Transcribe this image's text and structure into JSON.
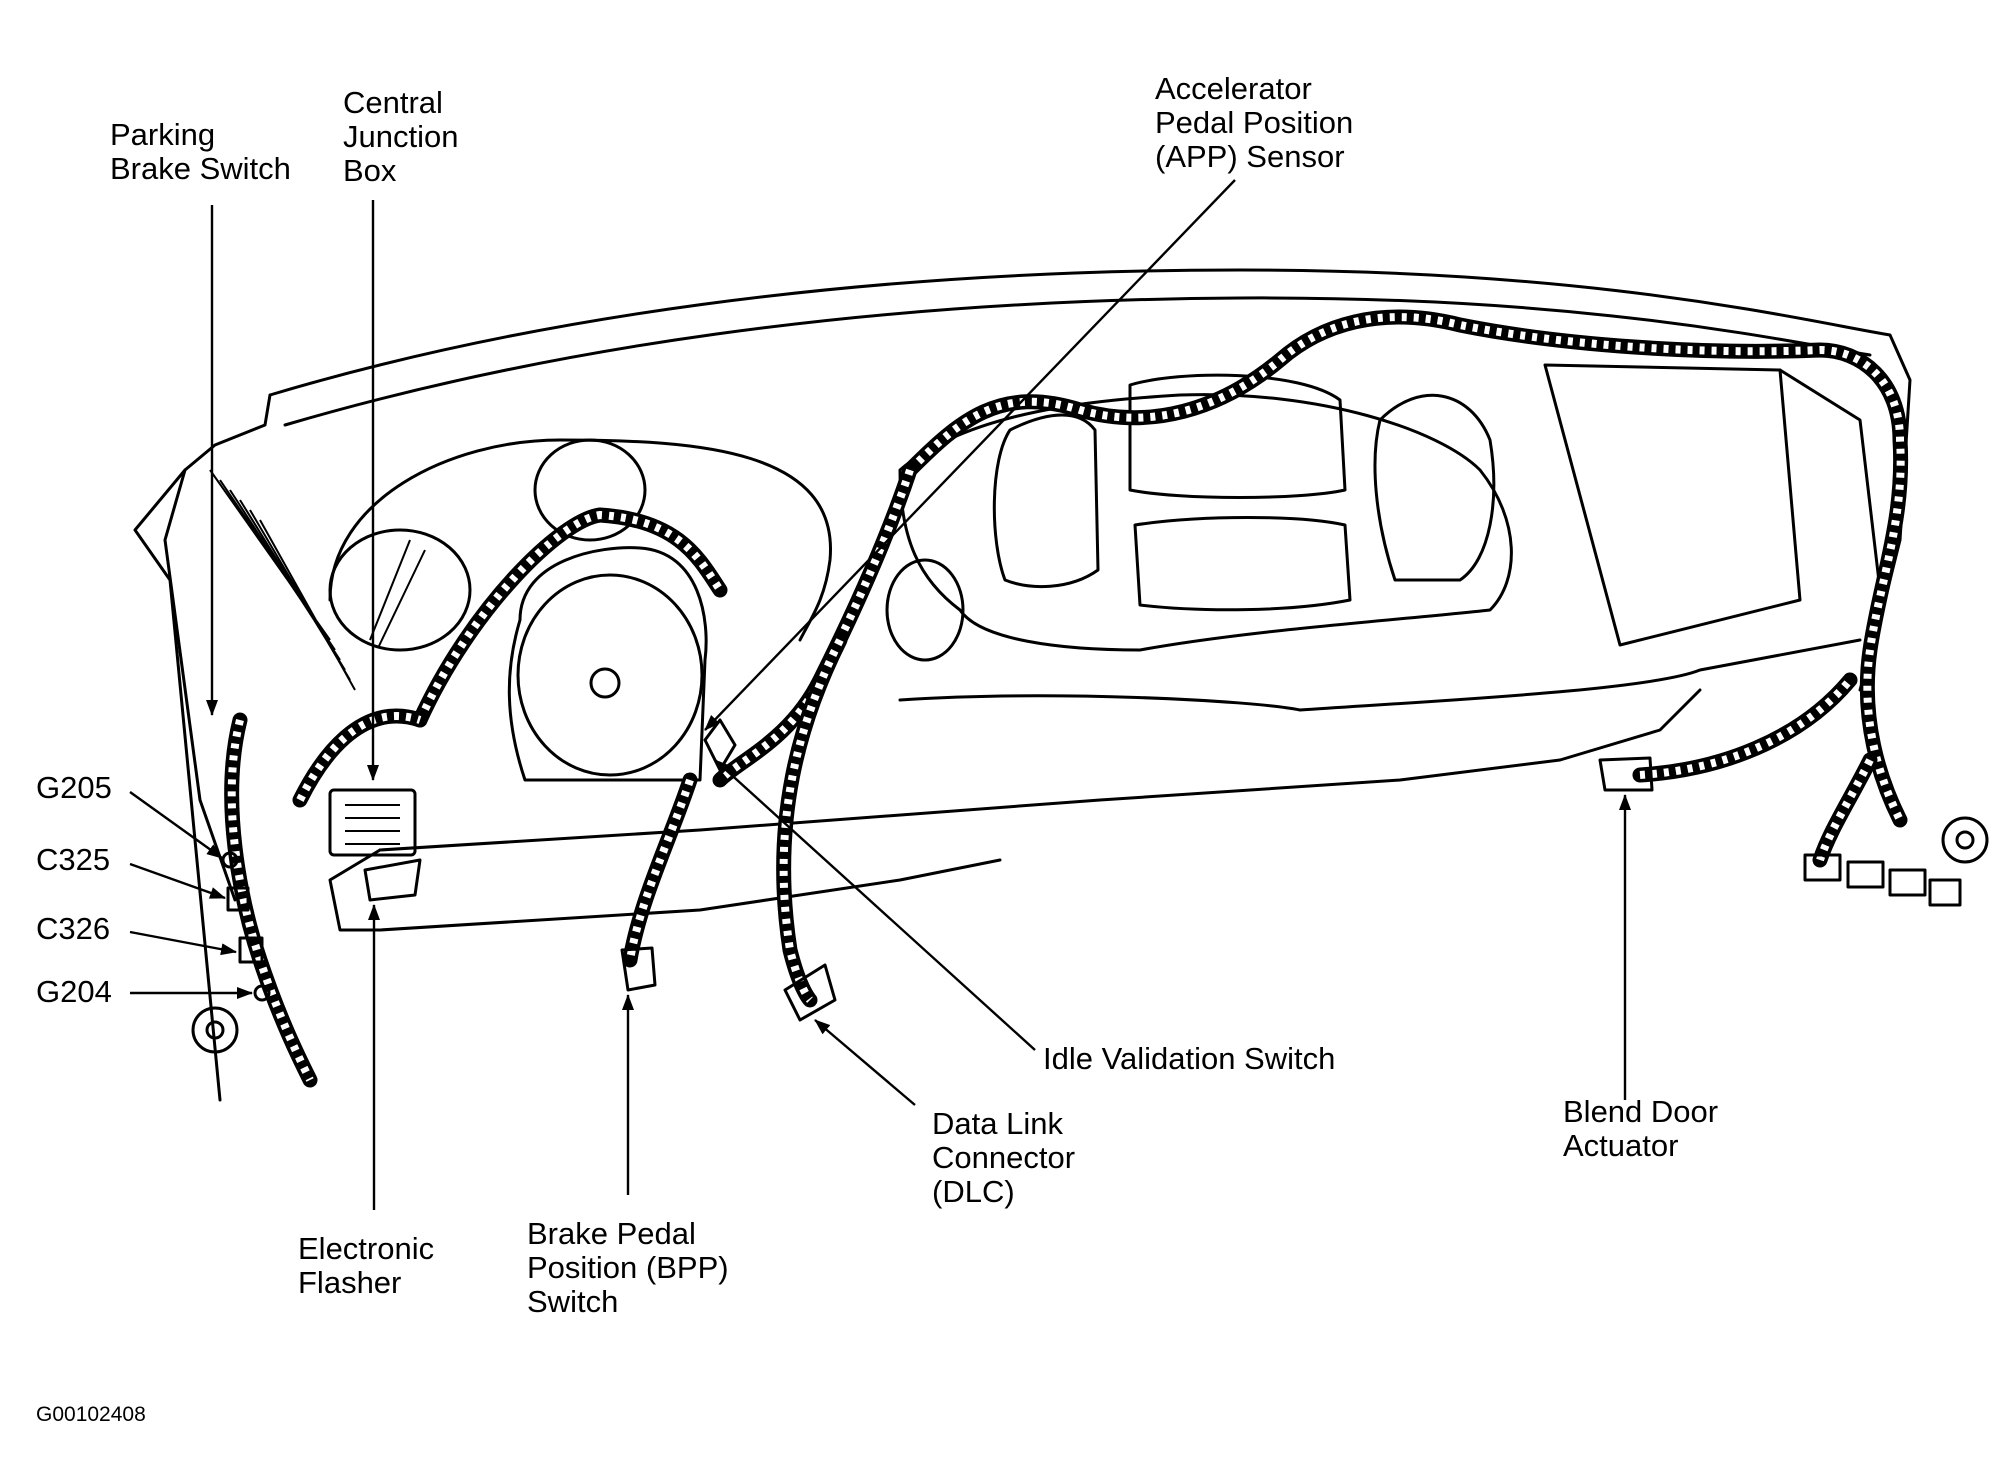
{
  "labels": {
    "parking_brake_switch": [
      "Parking",
      "Brake Switch"
    ],
    "central_junction_box": [
      "Central",
      "Junction",
      "Box"
    ],
    "app_sensor": [
      "Accelerator",
      "Pedal Position",
      "(APP) Sensor"
    ],
    "g205": "G205",
    "c325": "C325",
    "c326": "C326",
    "g204": "G204",
    "electronic_flasher": [
      "Electronic",
      "Flasher"
    ],
    "bpp_switch": [
      "Brake Pedal",
      "Position (BPP)",
      "Switch"
    ],
    "dlc": [
      "Data Link",
      "Connector",
      "(DLC)"
    ],
    "idle_validation_switch": "Idle Validation Switch",
    "blend_door_actuator": [
      "Blend Door",
      "Actuator"
    ]
  },
  "figure_code": "G00102408",
  "line_color": "#000000",
  "background_color": "#ffffff"
}
